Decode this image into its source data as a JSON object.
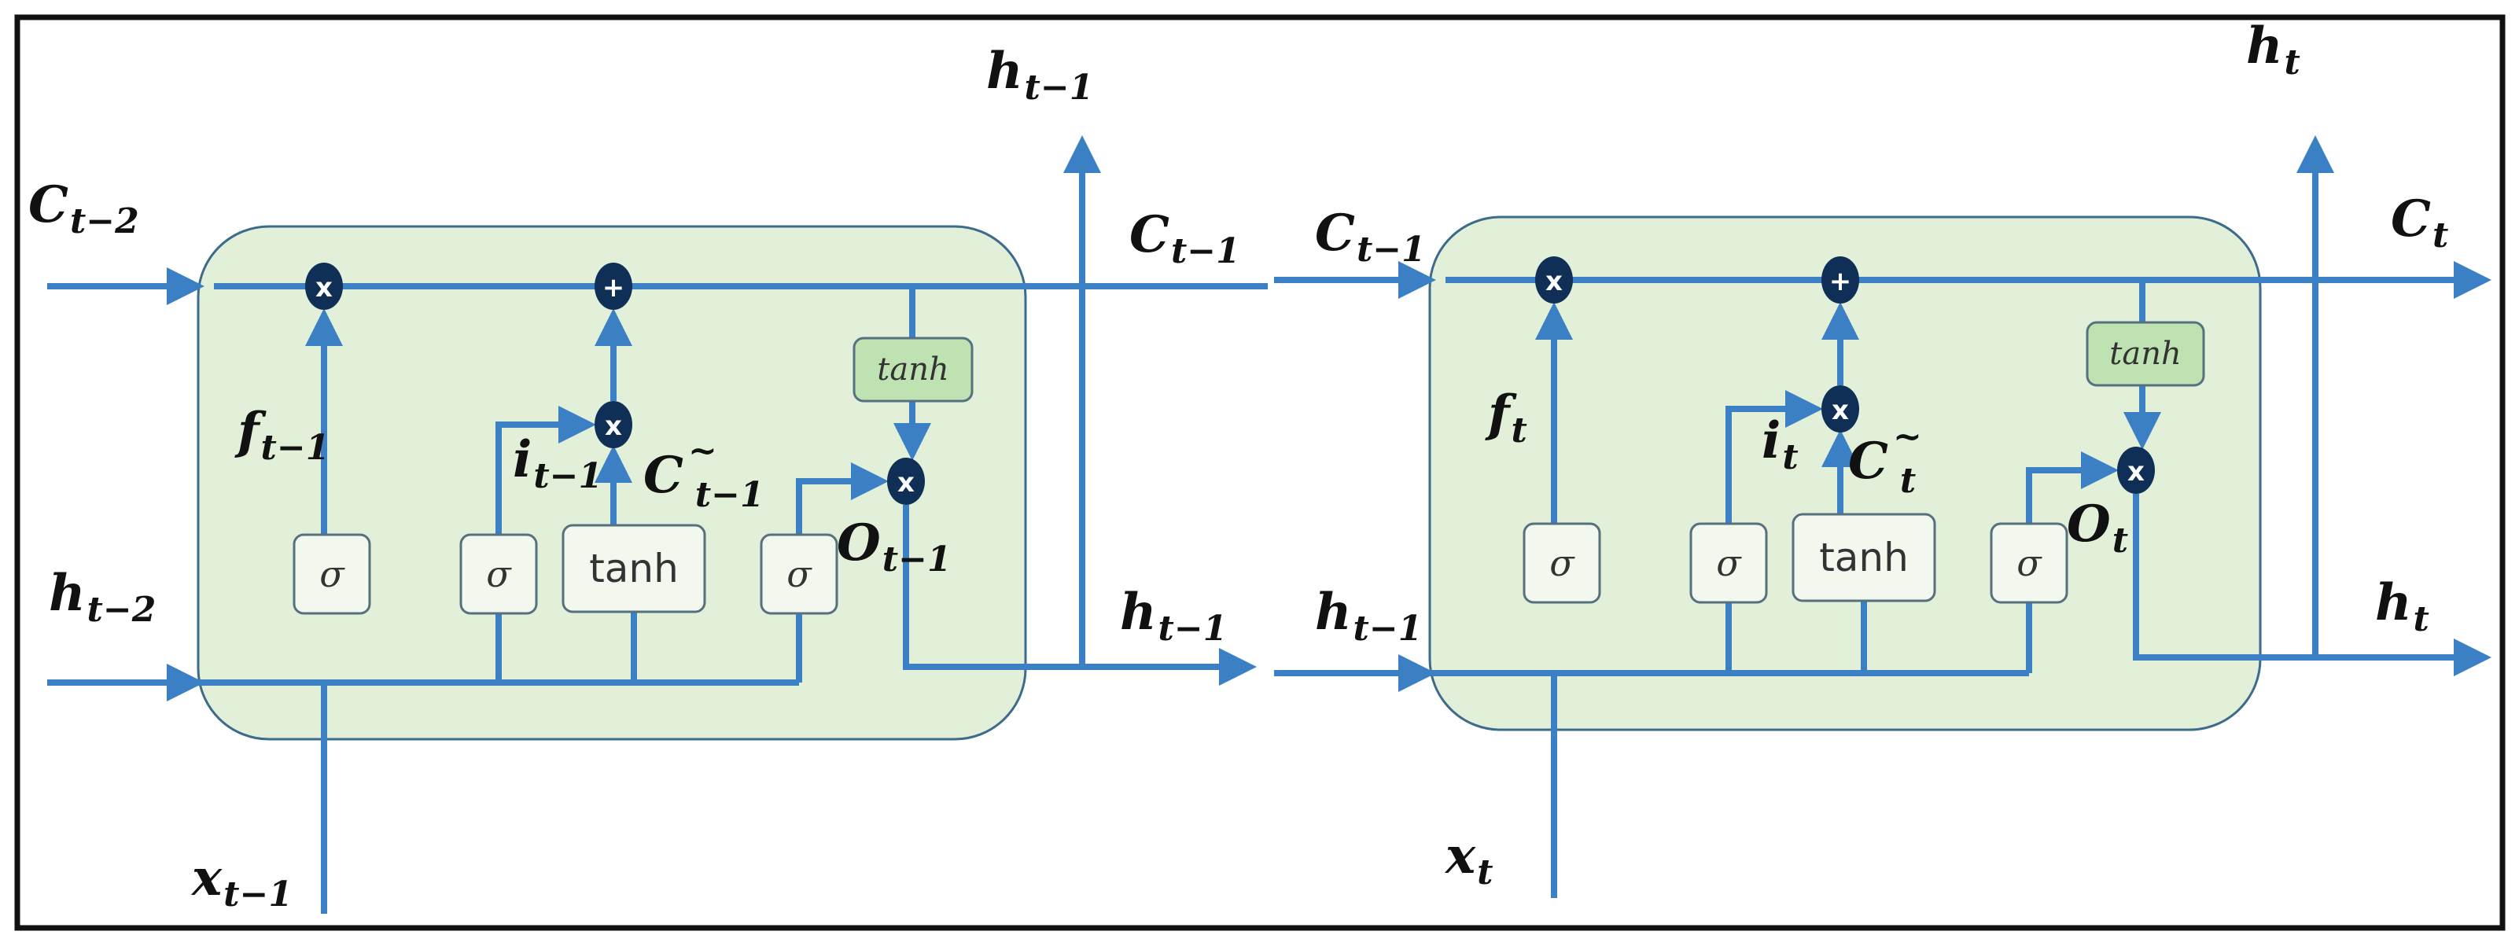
{
  "operators": {
    "multiply": "x",
    "add": "+"
  },
  "gates": {
    "sigma": "σ",
    "tanh": "tanh",
    "tanh_output": "tanh"
  },
  "cells": [
    {
      "labels": {
        "c_in": {
          "base": "C",
          "sub": "t−2"
        },
        "h_in": {
          "base": "h",
          "sub": "t−2"
        },
        "x_in": {
          "base": "x",
          "sub": "t−1"
        },
        "c_out": {
          "base": "C",
          "sub": "t−1"
        },
        "h_out_top": {
          "base": "h",
          "sub": "t−1"
        },
        "h_out_right": {
          "base": "h",
          "sub": "t−1"
        },
        "forget": {
          "base": "f",
          "sub": "t−1"
        },
        "input": {
          "base": "i",
          "sub": "t−1"
        },
        "candidate": {
          "base": "C",
          "sup": "~",
          "sub": "t−1"
        },
        "output": {
          "base": "O",
          "sub": "t−1"
        }
      }
    },
    {
      "labels": {
        "c_in": {
          "base": "C",
          "sub": "t−1"
        },
        "h_in": {
          "base": "h",
          "sub": "t−1"
        },
        "x_in": {
          "base": "x",
          "sub": "t"
        },
        "c_out": {
          "base": "C",
          "sub": "t"
        },
        "h_out_top": {
          "base": "h",
          "sub": "t"
        },
        "h_out_right": {
          "base": "h",
          "sub": "t"
        },
        "forget": {
          "base": "f",
          "sub": "t"
        },
        "input": {
          "base": "i",
          "sub": "t"
        },
        "candidate": {
          "base": "C",
          "sup": "~",
          "sub": "t"
        },
        "output": {
          "base": "O",
          "sub": "t"
        }
      }
    }
  ]
}
